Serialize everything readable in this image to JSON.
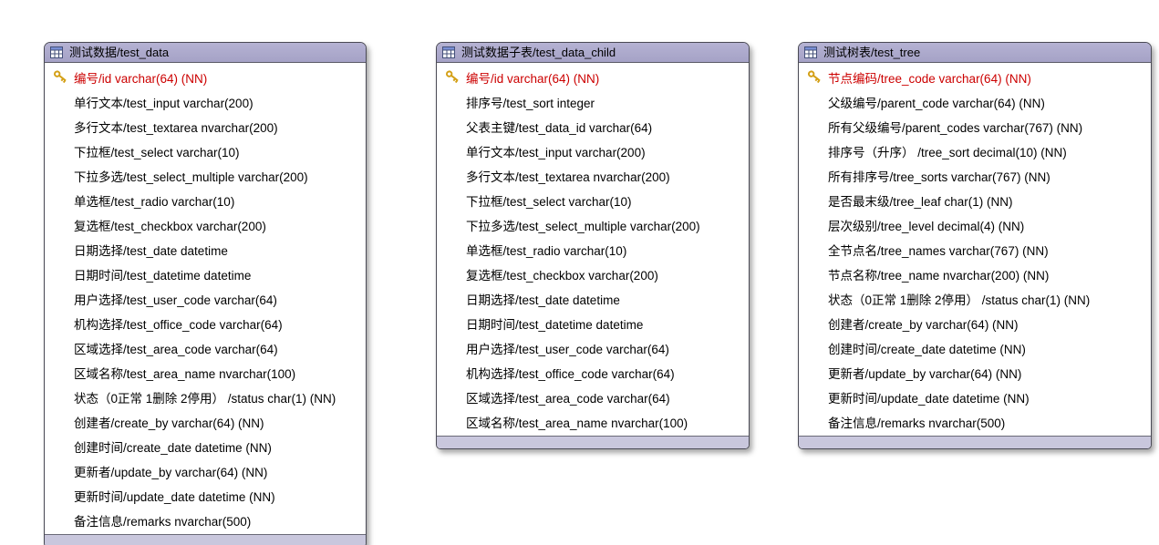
{
  "diagram": {
    "colors": {
      "header_bg": "#a5a2c6",
      "header_bg_light": "#b5b2d3",
      "footer_bg": "#c9c7dd",
      "primary_key_text": "#cc0000",
      "key_icon": "#d4a017",
      "field_text": "#000000"
    },
    "icons": {
      "header": "table-icon",
      "primary_key": "key-icon"
    },
    "tables": [
      {
        "title": "测试数据/test_data",
        "fields": [
          {
            "label": "编号/id varchar(64) (NN)",
            "pk": true
          },
          {
            "label": "单行文本/test_input varchar(200)",
            "pk": false
          },
          {
            "label": "多行文本/test_textarea nvarchar(200)",
            "pk": false
          },
          {
            "label": "下拉框/test_select varchar(10)",
            "pk": false
          },
          {
            "label": "下拉多选/test_select_multiple varchar(200)",
            "pk": false
          },
          {
            "label": "单选框/test_radio varchar(10)",
            "pk": false
          },
          {
            "label": "复选框/test_checkbox varchar(200)",
            "pk": false
          },
          {
            "label": "日期选择/test_date datetime",
            "pk": false
          },
          {
            "label": "日期时间/test_datetime datetime",
            "pk": false
          },
          {
            "label": "用户选择/test_user_code varchar(64)",
            "pk": false
          },
          {
            "label": "机构选择/test_office_code varchar(64)",
            "pk": false
          },
          {
            "label": "区域选择/test_area_code varchar(64)",
            "pk": false
          },
          {
            "label": "区域名称/test_area_name nvarchar(100)",
            "pk": false
          },
          {
            "label": "状态（0正常 1删除 2停用） /status char(1) (NN)",
            "pk": false
          },
          {
            "label": "创建者/create_by varchar(64) (NN)",
            "pk": false
          },
          {
            "label": "创建时间/create_date datetime (NN)",
            "pk": false
          },
          {
            "label": "更新者/update_by varchar(64) (NN)",
            "pk": false
          },
          {
            "label": "更新时间/update_date datetime (NN)",
            "pk": false
          },
          {
            "label": "备注信息/remarks nvarchar(500)",
            "pk": false
          }
        ]
      },
      {
        "title": "测试数据子表/test_data_child",
        "fields": [
          {
            "label": "编号/id varchar(64) (NN)",
            "pk": true
          },
          {
            "label": "排序号/test_sort integer",
            "pk": false
          },
          {
            "label": "父表主键/test_data_id varchar(64)",
            "pk": false
          },
          {
            "label": "单行文本/test_input varchar(200)",
            "pk": false
          },
          {
            "label": "多行文本/test_textarea nvarchar(200)",
            "pk": false
          },
          {
            "label": "下拉框/test_select varchar(10)",
            "pk": false
          },
          {
            "label": "下拉多选/test_select_multiple varchar(200)",
            "pk": false
          },
          {
            "label": "单选框/test_radio varchar(10)",
            "pk": false
          },
          {
            "label": "复选框/test_checkbox varchar(200)",
            "pk": false
          },
          {
            "label": "日期选择/test_date datetime",
            "pk": false
          },
          {
            "label": "日期时间/test_datetime datetime",
            "pk": false
          },
          {
            "label": "用户选择/test_user_code varchar(64)",
            "pk": false
          },
          {
            "label": "机构选择/test_office_code varchar(64)",
            "pk": false
          },
          {
            "label": "区域选择/test_area_code varchar(64)",
            "pk": false
          },
          {
            "label": "区域名称/test_area_name nvarchar(100)",
            "pk": false
          }
        ]
      },
      {
        "title": "测试树表/test_tree",
        "fields": [
          {
            "label": "节点编码/tree_code varchar(64) (NN)",
            "pk": true
          },
          {
            "label": "父级编号/parent_code varchar(64) (NN)",
            "pk": false
          },
          {
            "label": "所有父级编号/parent_codes varchar(767) (NN)",
            "pk": false
          },
          {
            "label": "排序号（升序） /tree_sort decimal(10) (NN)",
            "pk": false
          },
          {
            "label": "所有排序号/tree_sorts varchar(767) (NN)",
            "pk": false
          },
          {
            "label": "是否最末级/tree_leaf char(1) (NN)",
            "pk": false
          },
          {
            "label": "层次级别/tree_level decimal(4) (NN)",
            "pk": false
          },
          {
            "label": "全节点名/tree_names varchar(767) (NN)",
            "pk": false
          },
          {
            "label": "节点名称/tree_name nvarchar(200) (NN)",
            "pk": false
          },
          {
            "label": "状态（0正常 1删除 2停用） /status char(1) (NN)",
            "pk": false
          },
          {
            "label": "创建者/create_by varchar(64) (NN)",
            "pk": false
          },
          {
            "label": "创建时间/create_date datetime (NN)",
            "pk": false
          },
          {
            "label": "更新者/update_by varchar(64) (NN)",
            "pk": false
          },
          {
            "label": "更新时间/update_date datetime (NN)",
            "pk": false
          },
          {
            "label": "备注信息/remarks nvarchar(500)",
            "pk": false
          }
        ]
      }
    ]
  }
}
